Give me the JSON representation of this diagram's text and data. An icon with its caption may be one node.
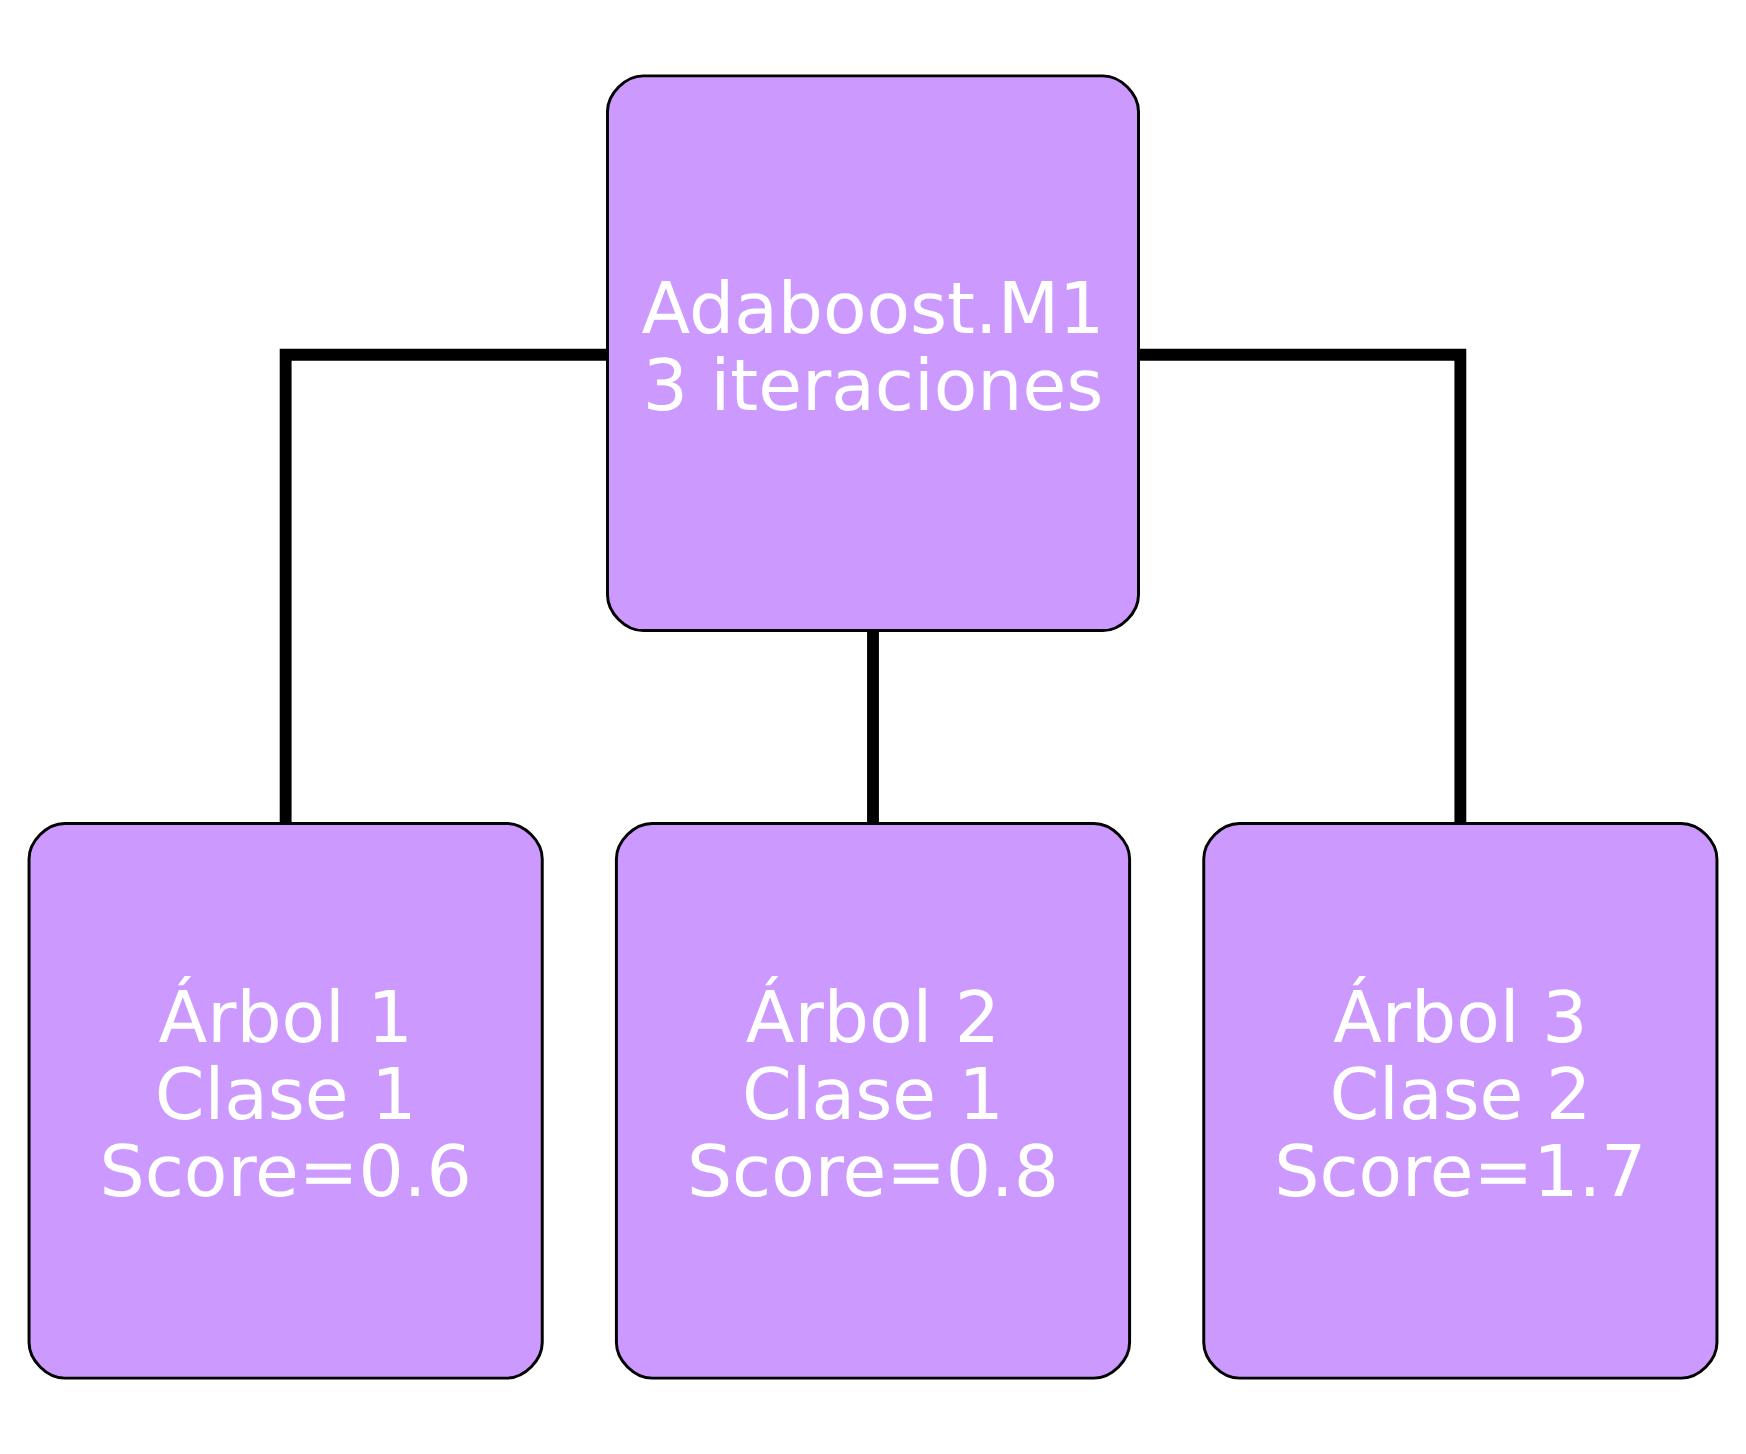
{
  "diagram": {
    "nodes": [
      {
        "text": [
          "Adaboost.M1",
          "3 iteraciones"
        ]
      },
      {
        "text": [
          "Árbol 1",
          "Clase 1",
          "Score=0.6"
        ]
      },
      {
        "text": [
          "Árbol 2",
          "Clase 1",
          "Score=0.8"
        ]
      },
      {
        "text": [
          "Árbol 3",
          "Clase 2",
          "Score=1.7"
        ]
      }
    ],
    "edges": [
      {
        "from": 0,
        "to": 1,
        "arrow": "none"
      },
      {
        "from": 0,
        "to": 2,
        "arrow": "none"
      },
      {
        "from": 0,
        "to": 3,
        "arrow": "none"
      }
    ]
  }
}
